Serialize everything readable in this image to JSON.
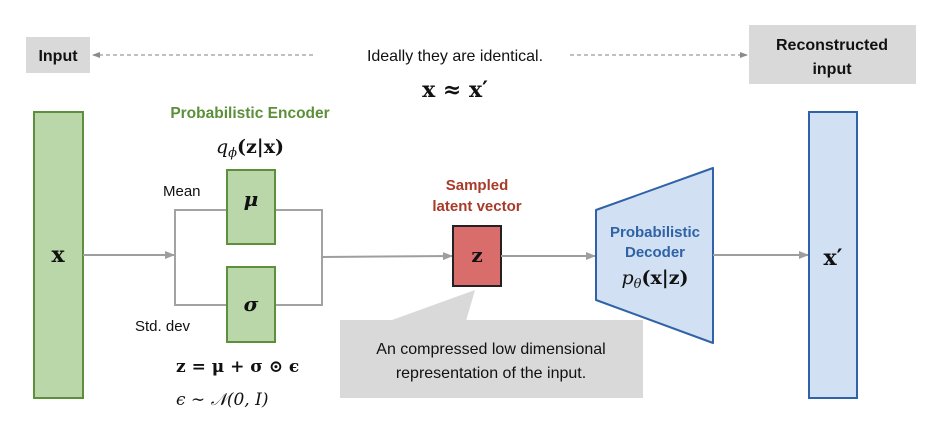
{
  "top": {
    "input_label": "Input",
    "reconstructed_label_line1": "Reconstructed",
    "reconstructed_label_line2": "input",
    "identity_note": "Ideally they are identical.",
    "identity_formula": "x ≈ x′"
  },
  "input_vector": {
    "symbol": "x",
    "color": "#b9d7a8",
    "border": "#5e8f3d"
  },
  "encoder": {
    "title": "Probabilistic Encoder",
    "formula": "qϕ(z|x)",
    "formula_base": "q",
    "formula_sub": "ϕ",
    "formula_args": "(z|x)",
    "mean_label": "Mean",
    "mean_symbol": "μ",
    "std_label": "Std. dev",
    "std_symbol": "σ",
    "reparam_formula": "z = μ + σ ⊙ ϵ",
    "noise_formula": "ϵ ∼ 𝒩(0, I)",
    "title_color": "#5c8f3a"
  },
  "latent": {
    "title_line1": "Sampled",
    "title_line2": "latent vector",
    "symbol": "z",
    "title_color": "#a83a2a",
    "fill": "#d96d6b"
  },
  "callout": {
    "line1": "An compressed low dimensional",
    "line2": "representation of the input."
  },
  "decoder": {
    "title_line1": "Probabilistic",
    "title_line2": "Decoder",
    "formula_base": "p",
    "formula_sub": "θ",
    "formula_args": "(x|z)",
    "title_color": "#2f62a6",
    "fill": "#d1e0f2",
    "border": "#2f62a6"
  },
  "output_vector": {
    "symbol": "x′"
  }
}
